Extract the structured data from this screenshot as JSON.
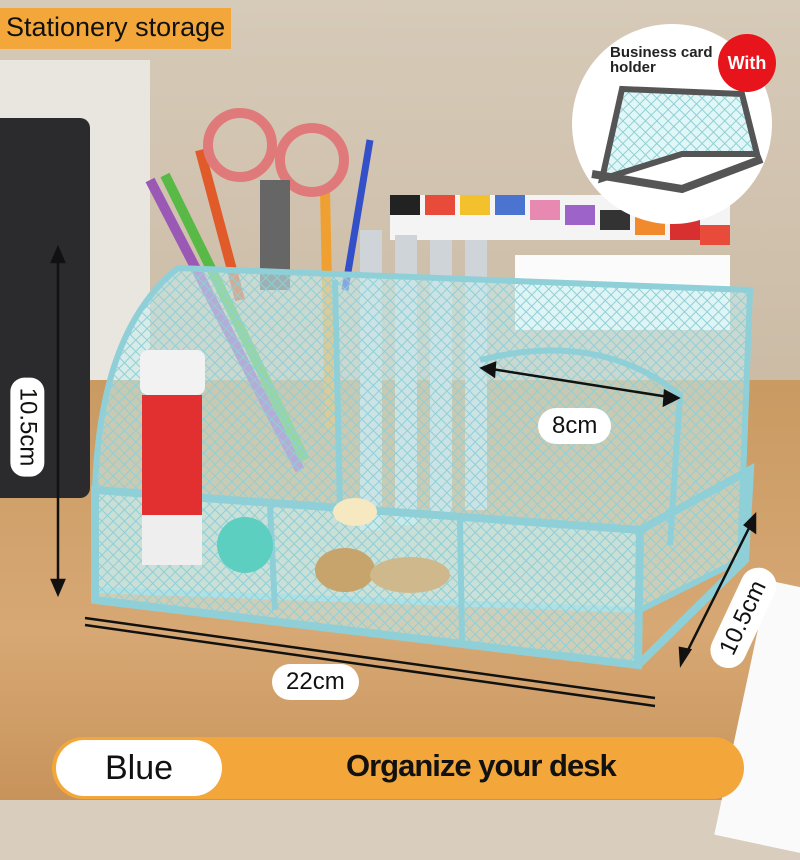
{
  "header": {
    "title": "Stationery storage"
  },
  "inset": {
    "label": "Business card holder",
    "badge": "With"
  },
  "dimensions": {
    "height": "10.5cm",
    "compartment": "8cm",
    "depth": "10.5cm",
    "width": "22cm"
  },
  "footer": {
    "color": "Blue",
    "slogan": "Organize your desk"
  },
  "colors": {
    "accent": "#f3a73a",
    "badge": "#e8141b",
    "organizer": "#9fd6dc"
  }
}
